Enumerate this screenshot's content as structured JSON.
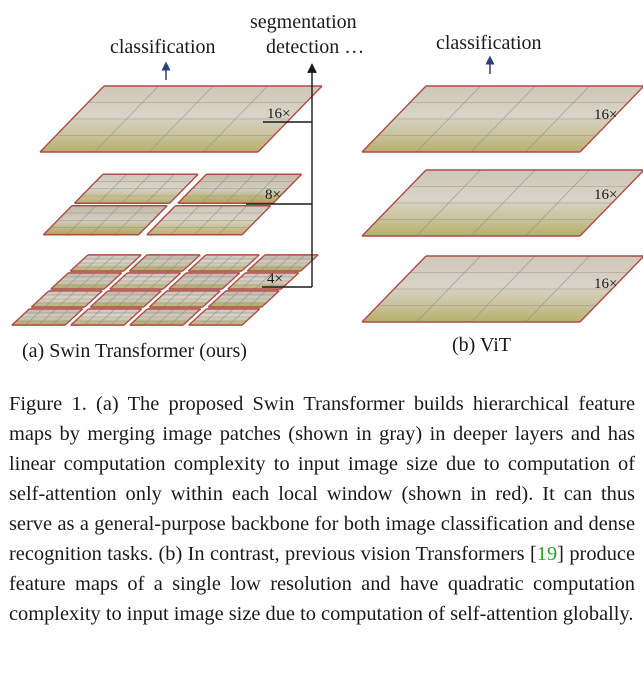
{
  "figure": {
    "swin": {
      "top_label": "classification",
      "seg_label_1": "segmentation",
      "seg_label_2": "detection …",
      "arrow_icon": "arrow-up-icon",
      "scales": [
        "16×",
        "8×",
        "4×"
      ],
      "caption": "(a) Swin Transformer (ours)"
    },
    "vit": {
      "top_label": "classification",
      "arrow_icon": "arrow-up-icon",
      "scales": [
        "16×",
        "16×",
        "16×"
      ],
      "caption": "(b) ViT"
    },
    "colors": {
      "window_border": "#b04a4a",
      "patch_line": "#8a8a8a",
      "arrow": "#2b3f7a",
      "reference": "#2ca02c"
    }
  },
  "caption": {
    "part1": "Figure 1. (a) The proposed Swin Transformer builds hierarchical feature maps by merging image patches (shown in gray) in deeper layers and has linear computation complexity to input image size due to computation of self-attention only within each local window (shown in red). It can thus serve as a general-purpose backbone for both image classification and dense recognition tasks. (b) In contrast, previous vision Transformers [",
    "ref": "19",
    "part2": "] produce feature maps of a single low resolution and have quadratic computation complexity to input image size due to computation of self-attention globally."
  }
}
